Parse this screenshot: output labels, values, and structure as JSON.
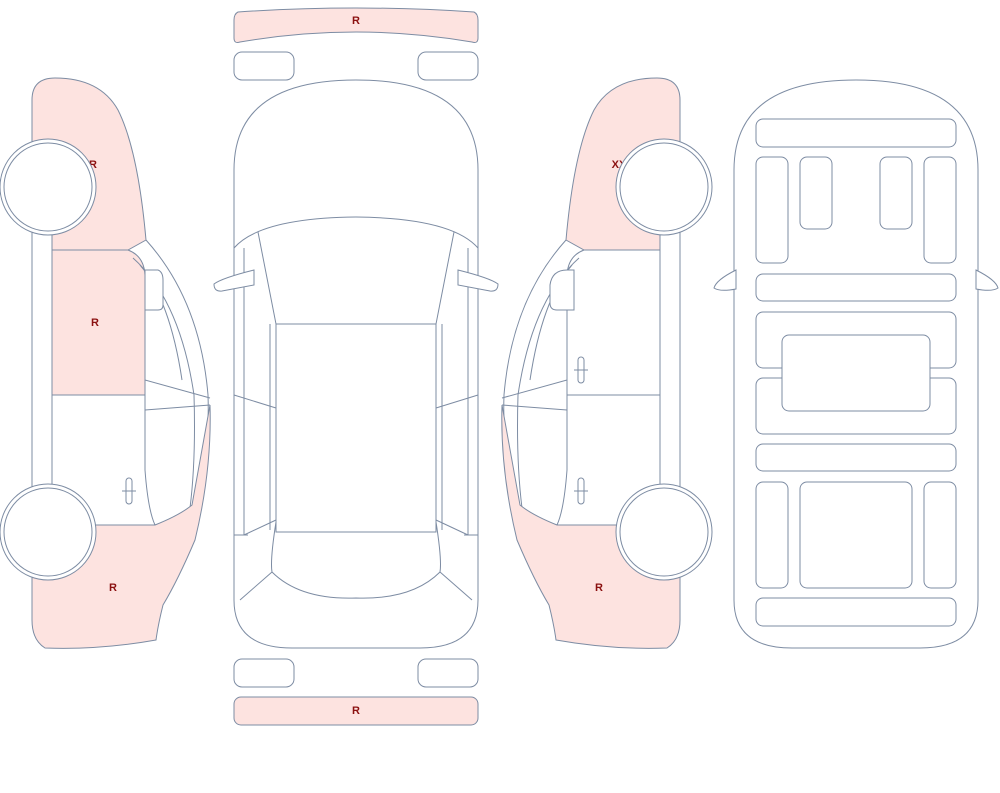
{
  "colors": {
    "outline": "#7d8ca3",
    "marked_fill": "#fde3e0",
    "label": "#8b1010",
    "background": "#ffffff"
  },
  "marks": {
    "front_bumper": "R",
    "rear_bumper": "R",
    "left_front_fender": "R",
    "left_front_door": "R",
    "left_rear_quarter": "R",
    "right_front_fender": "XX",
    "right_rear_quarter": "R"
  }
}
